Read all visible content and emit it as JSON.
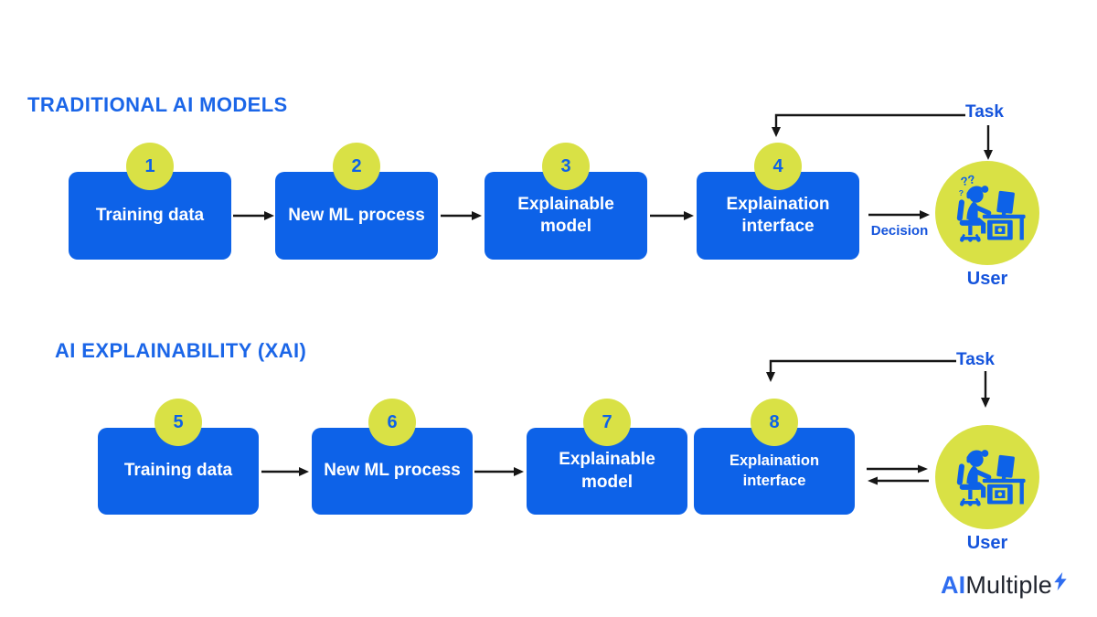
{
  "colors": {
    "box_blue": "#0d62e8",
    "chip_yellow": "#d9e145",
    "heading_blue": "#1b66e8",
    "label_blue": "#1554dc",
    "arrow_black": "#161616",
    "logo_dark": "#20242e",
    "logo_blue": "#2f6df0",
    "background": "#ffffff"
  },
  "sections": [
    {
      "heading": "TRADITIONAL AI MODELS",
      "steps": [
        {
          "number": "1",
          "label": "Training data"
        },
        {
          "number": "2",
          "label": "New ML process"
        },
        {
          "number": "3",
          "label": "Explainable model"
        },
        {
          "number": "4",
          "label": "Explaination interface"
        }
      ],
      "task_label": "Task",
      "decision_label": "Decision",
      "user_label": "User"
    },
    {
      "heading": "AI EXPLAINABILITY (XAI)",
      "steps": [
        {
          "number": "5",
          "label": "Training data"
        },
        {
          "number": "6",
          "label": "New ML process"
        },
        {
          "number": "7",
          "label": "Explainable model"
        },
        {
          "number": "8",
          "label": "Explaination interface"
        }
      ],
      "task_label": "Task",
      "user_label": "User"
    }
  ],
  "logo": {
    "prefix": "AI",
    "name": "Multiple"
  }
}
